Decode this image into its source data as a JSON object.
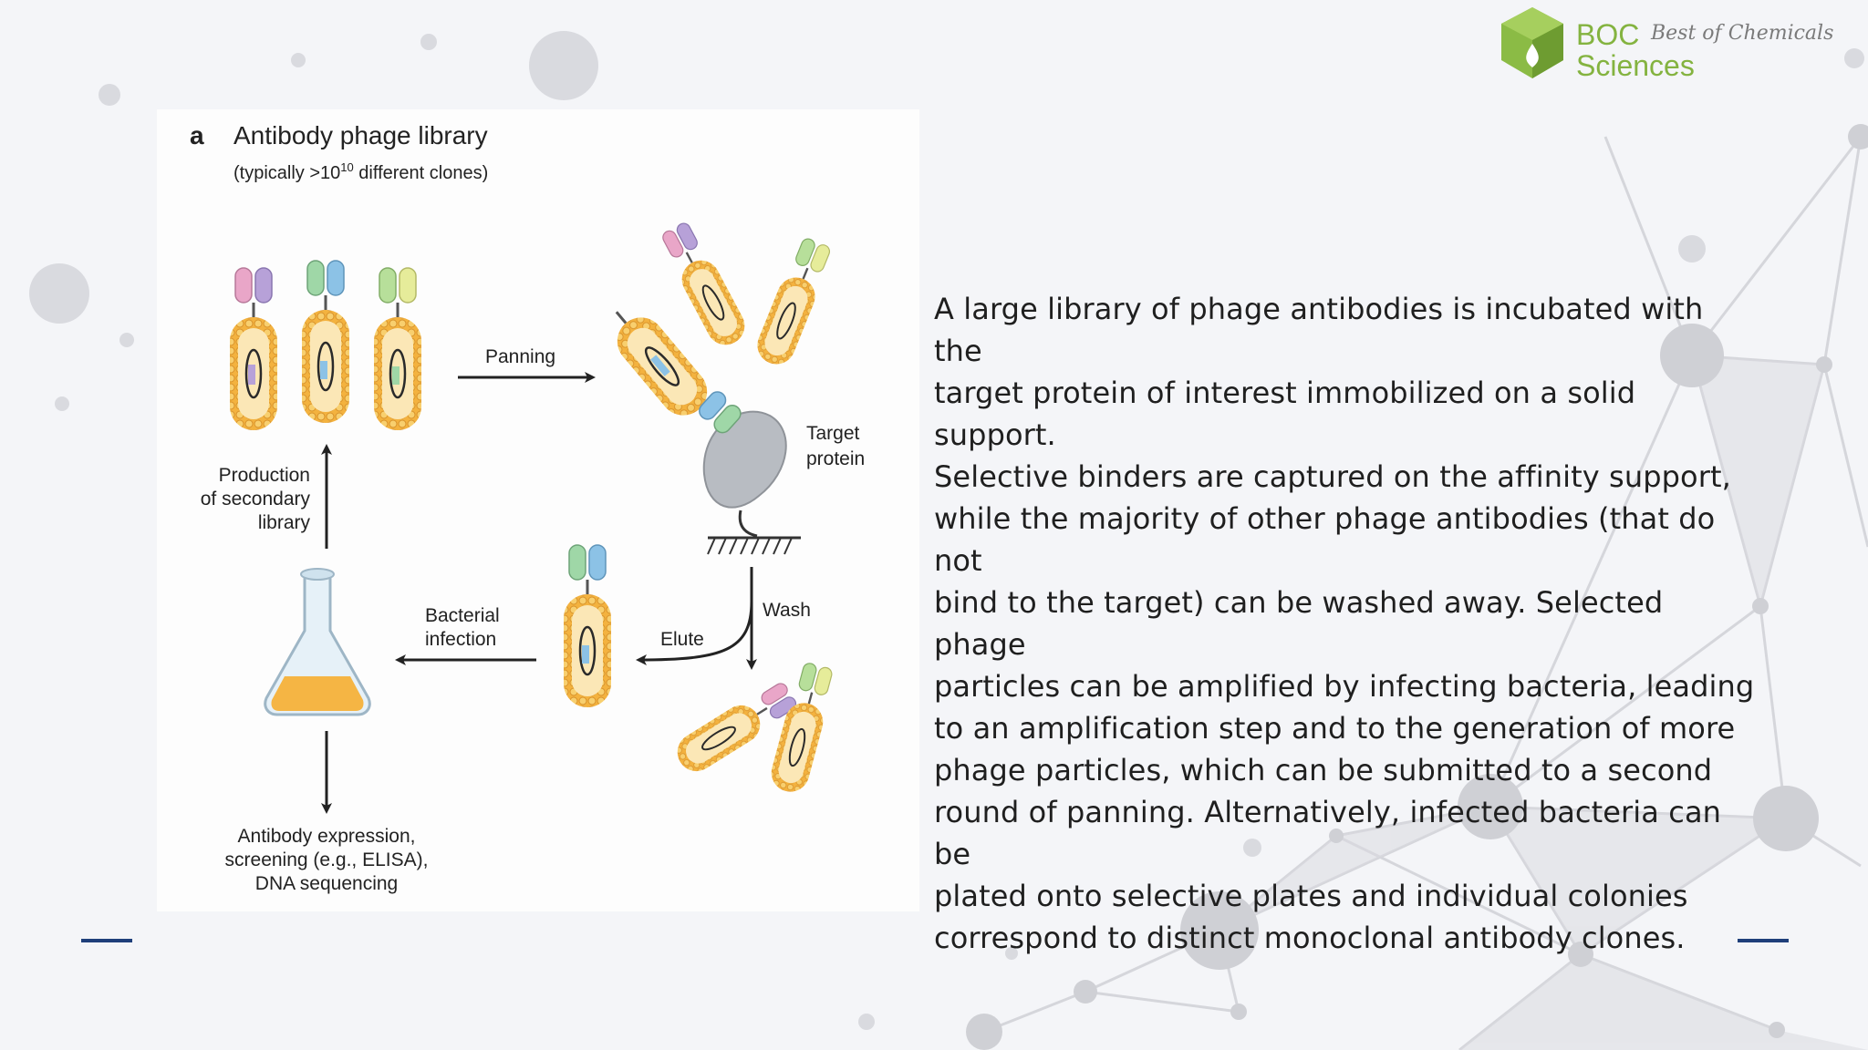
{
  "logo": {
    "brand_line1": "BOC",
    "brand_line2": "Sciences",
    "tagline": "Best of Chemicals",
    "brand_color": "#84b340"
  },
  "figure": {
    "panel_letter": "a",
    "title": "Antibody phage library",
    "subtitle_prefix": "(typically >10",
    "subtitle_exponent": "10",
    "subtitle_suffix": " different clones)",
    "labels": {
      "panning": "Panning",
      "target_line1": "Target",
      "target_line2": "protein",
      "wash": "Wash",
      "elute": "Elute",
      "bacterial_line1": "Bacterial",
      "bacterial_line2": "infection",
      "production_line1": "Production",
      "production_line2": "of secondary",
      "production_line3": "library",
      "output_line1": "Antibody expression,",
      "output_line2": "screening (e.g., ELISA),",
      "output_line3": "DNA sequencing"
    }
  },
  "description": {
    "lines": [
      "A large library of phage antibodies is incubated with the",
      "target protein of interest immobilized on a solid support.",
      "Selective binders are captured on the affinity support,",
      "while the majority of other phage antibodies (that do not",
      "bind to the target) can be washed away. Selected phage",
      "particles can be amplified by infecting bacteria, leading",
      "to an amplification step and to the generation of more",
      "phage particles, which can be submitted to a second",
      "round of panning. Alternatively, infected bacteria can be",
      "plated onto selective plates and individual colonies",
      "correspond to distinct monoclonal antibody clones."
    ]
  },
  "colors": {
    "accent_line": "#1f3f7a",
    "phage_fill": "#f6d58a",
    "phage_dots": "#e8a930",
    "target_protein": "#b8bcc2"
  },
  "icons": [
    "phage-icon",
    "flask-icon",
    "target-protein-icon",
    "arrow-icon",
    "boc-logo-icon"
  ]
}
